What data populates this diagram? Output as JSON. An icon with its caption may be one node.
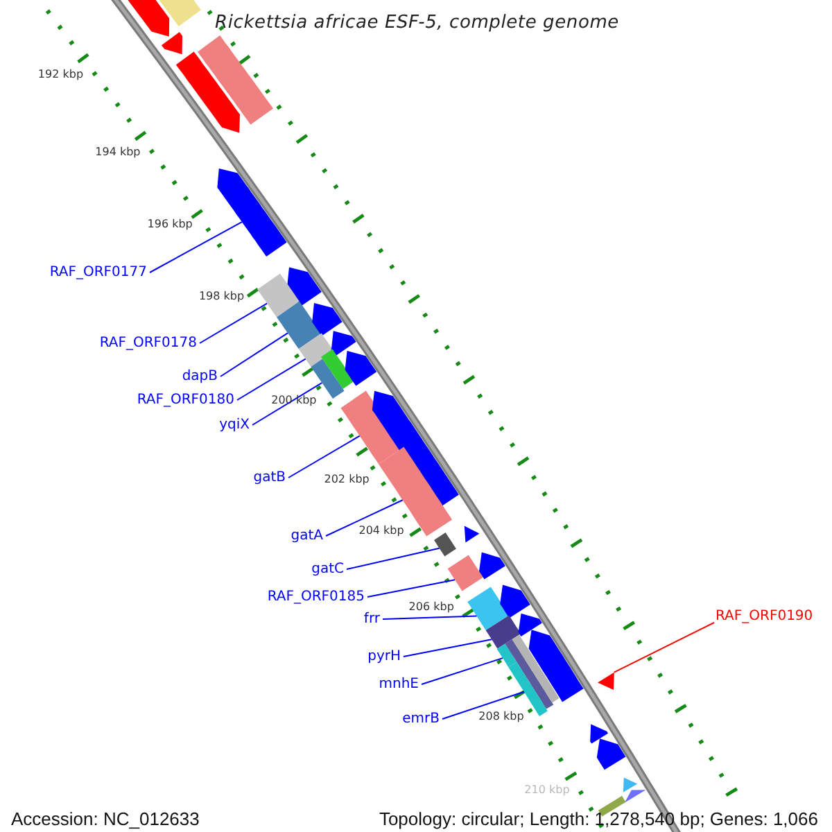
{
  "diagram": {
    "title": "Rickettsia africae ESF-5, complete genome",
    "nodes": [
      {
        "text": [
          "RAF_ORF0177"
        ]
      },
      {
        "text": [
          "RAF_ORF0178"
        ]
      },
      {
        "text": [
          "dapB"
        ]
      },
      {
        "text": [
          "RAF_ORF0180"
        ]
      },
      {
        "text": [
          "yqiX"
        ]
      },
      {
        "text": [
          "gatB"
        ]
      },
      {
        "text": [
          "gatA"
        ]
      },
      {
        "text": [
          "gatC"
        ]
      },
      {
        "text": [
          "RAF_ORF0185"
        ]
      },
      {
        "text": [
          "frr"
        ]
      },
      {
        "text": [
          "pyrH"
        ]
      },
      {
        "text": [
          "mnhE"
        ]
      },
      {
        "text": [
          "emrB"
        ]
      },
      {
        "text": [
          "RAF_ORF0190"
        ]
      },
      {
        "text": [],
        "shape": "bar"
      },
      {
        "text": [],
        "shape": "bar"
      },
      {
        "text": [],
        "shape": "bar"
      },
      {
        "text": [],
        "shape": "bar"
      },
      {
        "text": [],
        "shape": "bar"
      },
      {
        "text": [],
        "shape": "bar"
      },
      {
        "text": [],
        "shape": "bar"
      },
      {
        "text": [],
        "shape": "bar"
      },
      {
        "text": [],
        "shape": "bar"
      },
      {
        "text": [],
        "shape": "bar"
      },
      {
        "text": [],
        "shape": "bar"
      },
      {
        "text": [],
        "shape": "bar"
      },
      {
        "text": [],
        "shape": "bar"
      },
      {
        "text": [],
        "shape": "bar"
      },
      {
        "text": [],
        "shape": "bar"
      },
      {
        "text": [],
        "shape": "bar"
      },
      {
        "text": [],
        "shape": "bar"
      },
      {
        "text": [],
        "shape": "bar"
      },
      {
        "text": [],
        "shape": "bar"
      },
      {
        "text": [],
        "shape": "bar"
      },
      {
        "text": [],
        "shape": "bar"
      },
      {
        "text": [],
        "shape": "bar"
      },
      {
        "text": [],
        "shape": "bar"
      },
      {
        "text": [],
        "shape": "bar"
      },
      {
        "text": [],
        "shape": "bar"
      },
      {
        "text": [],
        "shape": "bar"
      },
      {
        "text": [],
        "shape": "bar"
      },
      {
        "text": [],
        "shape": "bar"
      },
      {
        "text": [],
        "shape": "bar"
      },
      {
        "text": [],
        "shape": "bar"
      },
      {
        "text": [],
        "shape": "bar"
      },
      {
        "text": [],
        "shape": "bar"
      },
      {
        "text": [],
        "shape": "bar"
      },
      {
        "text": [],
        "shape": "bar"
      },
      {
        "text": [],
        "shape": "bar"
      },
      {
        "text": [],
        "shape": "bar"
      },
      {
        "text": [],
        "shape": "bar"
      }
    ],
    "edges": [
      {
        "from": 0,
        "to": 19,
        "arrow": "none"
      },
      {
        "from": 1,
        "to": 21,
        "arrow": "none"
      },
      {
        "from": 2,
        "to": 22,
        "arrow": "none"
      },
      {
        "from": 3,
        "to": 24,
        "arrow": "none"
      },
      {
        "from": 4,
        "to": 27,
        "arrow": "none"
      },
      {
        "from": 5,
        "to": 29,
        "arrow": "none"
      },
      {
        "from": 6,
        "to": 31,
        "arrow": "none"
      },
      {
        "from": 7,
        "to": 32,
        "arrow": "none"
      },
      {
        "from": 8,
        "to": 34,
        "arrow": "none"
      },
      {
        "from": 9,
        "to": 36,
        "arrow": "none"
      },
      {
        "from": 10,
        "to": 38,
        "arrow": "none"
      },
      {
        "from": 11,
        "to": 40,
        "arrow": "none"
      },
      {
        "from": 12,
        "to": 44,
        "arrow": "none"
      },
      {
        "from": 13,
        "to": 45,
        "arrow": "none",
        "color": "#ff0000"
      }
    ],
    "labels": [
      "192 kbp",
      "194 kbp",
      "196 kbp",
      "198 kbp",
      "200 kbp",
      "202 kbp",
      "204 kbp",
      "206 kbp",
      "208 kbp",
      "210 kbp",
      "Accession: NC_012633",
      "Topology: circular; Length: 1,278,540 bp; Genes: 1,066"
    ]
  }
}
